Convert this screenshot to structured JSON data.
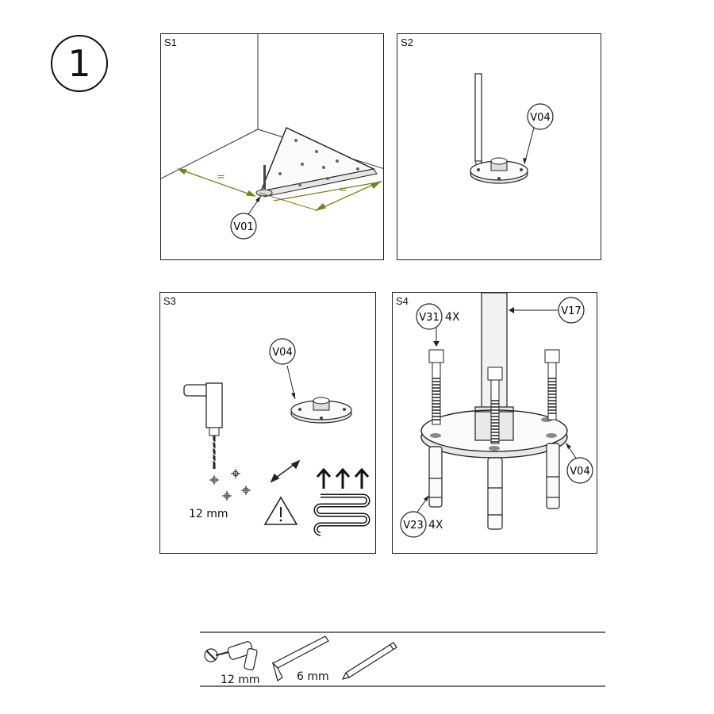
{
  "step": {
    "number": "1"
  },
  "panels": {
    "s1": {
      "label": "S1",
      "callouts": [
        "V01"
      ],
      "equal_marks": [
        "=",
        "="
      ]
    },
    "s2": {
      "label": "S2",
      "callouts": [
        "V04"
      ]
    },
    "s3": {
      "label": "S3",
      "callouts": [
        "V04"
      ],
      "drill_size": "12 mm"
    },
    "s4": {
      "label": "S4",
      "callouts": [
        "V31",
        "V17",
        "V23",
        "V04"
      ],
      "qty_bolt": "4X",
      "qty_anchor": "4X"
    }
  },
  "tools": {
    "drill_size": "12 mm",
    "hex_key_size": "6 mm"
  },
  "icons": [
    "drill-icon",
    "hex-key-icon",
    "pencil-icon",
    "warning-icon",
    "floor-heating-icon"
  ]
}
